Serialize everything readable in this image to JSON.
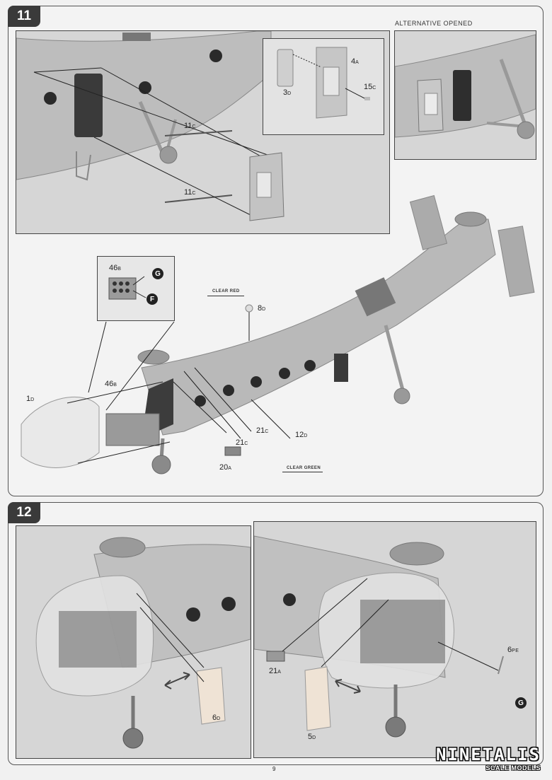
{
  "step11": {
    "number": "11",
    "alt_label": "Alternative Opened",
    "parts": {
      "p11c_a": {
        "num": "11",
        "sub": "C"
      },
      "p11c_b": {
        "num": "11",
        "sub": "C"
      },
      "p3d": {
        "num": "3",
        "sub": "D"
      },
      "p4a": {
        "num": "4",
        "sub": "A"
      },
      "p15c": {
        "num": "15",
        "sub": "C"
      },
      "p46b_inset": {
        "num": "46",
        "sub": "B"
      },
      "p46b": {
        "num": "46",
        "sub": "B"
      },
      "p8d": {
        "num": "8",
        "sub": "D"
      },
      "p1d": {
        "num": "1",
        "sub": "D"
      },
      "p21c_a": {
        "num": "21",
        "sub": "C"
      },
      "p21c_b": {
        "num": "21",
        "sub": "C"
      },
      "p12d": {
        "num": "12",
        "sub": "D"
      },
      "p20a": {
        "num": "20",
        "sub": "A"
      }
    },
    "colors": {
      "clear_red": "Clear Red",
      "clear_green": "Clear Green"
    },
    "callouts": {
      "g": "G",
      "f": "F"
    }
  },
  "step12": {
    "number": "12",
    "parts": {
      "p6d": {
        "num": "6",
        "sub": "D"
      },
      "p21a": {
        "num": "21",
        "sub": "A"
      },
      "p5d": {
        "num": "5",
        "sub": "D"
      },
      "p6pe": {
        "num": "6",
        "sub": "PE"
      }
    },
    "callouts": {
      "g": "G"
    }
  },
  "footer": {
    "page": "9",
    "logo_main": "NINETALIS",
    "logo_sub": "SCALE MODELS"
  }
}
